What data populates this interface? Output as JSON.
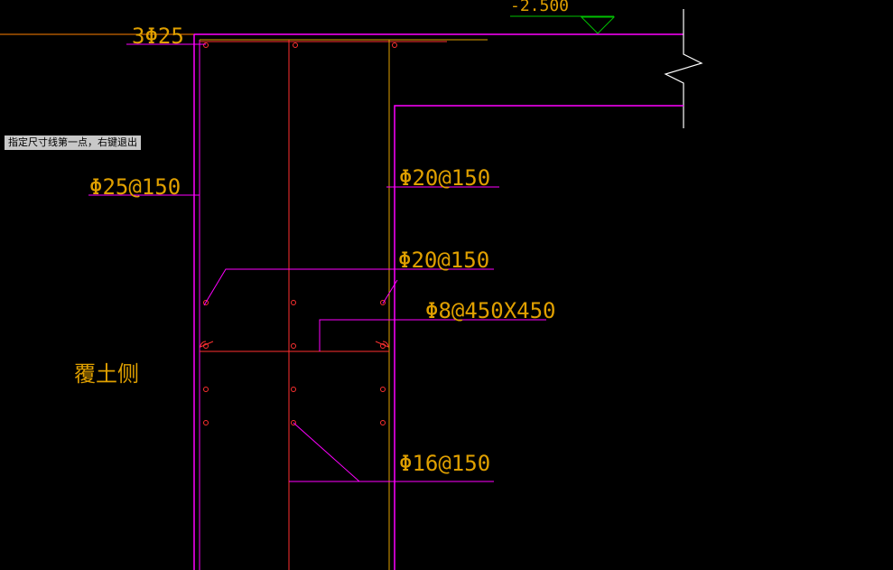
{
  "prompt": {
    "text": "指定尺寸线第一点，右键退出"
  },
  "elevation": {
    "text": "-2.500"
  },
  "labels": {
    "top_bars": "3Φ25",
    "left_vertical": "Φ25@150",
    "right_vertical_upper": "Φ20@150",
    "right_vertical_lower": "Φ20@150",
    "tie_bars": "Φ8@450X450",
    "horizontal_bars": "Φ16@150",
    "soil_side": "覆土侧"
  },
  "colors": {
    "background": "#000000",
    "magenta": "#ff00ff",
    "red": "#ff3030",
    "yellow": "#e0a000",
    "white": "#ffffff",
    "green": "#00c000",
    "orange": "#ff8000"
  }
}
